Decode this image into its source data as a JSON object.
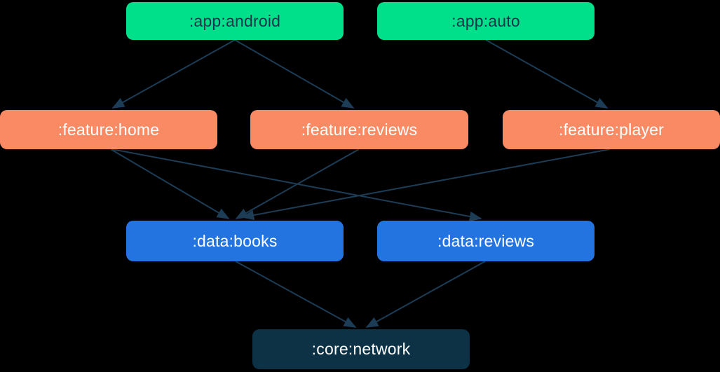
{
  "diagram": {
    "type": "module-dependency-graph",
    "nodes": {
      "app_android": {
        "label": ":app:android",
        "kind": "app"
      },
      "app_auto": {
        "label": ":app:auto",
        "kind": "app"
      },
      "feature_home": {
        "label": ":feature:home",
        "kind": "feature"
      },
      "feature_reviews": {
        "label": ":feature:reviews",
        "kind": "feature"
      },
      "feature_player": {
        "label": ":feature:player",
        "kind": "feature"
      },
      "data_books": {
        "label": ":data:books",
        "kind": "data"
      },
      "data_reviews": {
        "label": ":data:reviews",
        "kind": "data"
      },
      "core_network": {
        "label": ":core:network",
        "kind": "core"
      }
    },
    "edges": [
      {
        "from": ":app:android",
        "to": ":feature:home"
      },
      {
        "from": ":app:android",
        "to": ":feature:reviews"
      },
      {
        "from": ":app:auto",
        "to": ":feature:player"
      },
      {
        "from": ":feature:home",
        "to": ":data:books"
      },
      {
        "from": ":feature:home",
        "to": ":data:reviews"
      },
      {
        "from": ":feature:reviews",
        "to": ":data:books"
      },
      {
        "from": ":feature:player",
        "to": ":data:books"
      },
      {
        "from": ":data:books",
        "to": ":core:network"
      },
      {
        "from": ":data:reviews",
        "to": ":core:network"
      }
    ]
  },
  "colors": {
    "app-node": "#00e08a",
    "feature-node": "#fa8a64",
    "data-node": "#2374e1",
    "core-node": "#0d3246",
    "node-text-dark": "#17364e",
    "node-text-light": "#ffffff",
    "edge": "#1d3c55",
    "background": "#000000"
  }
}
